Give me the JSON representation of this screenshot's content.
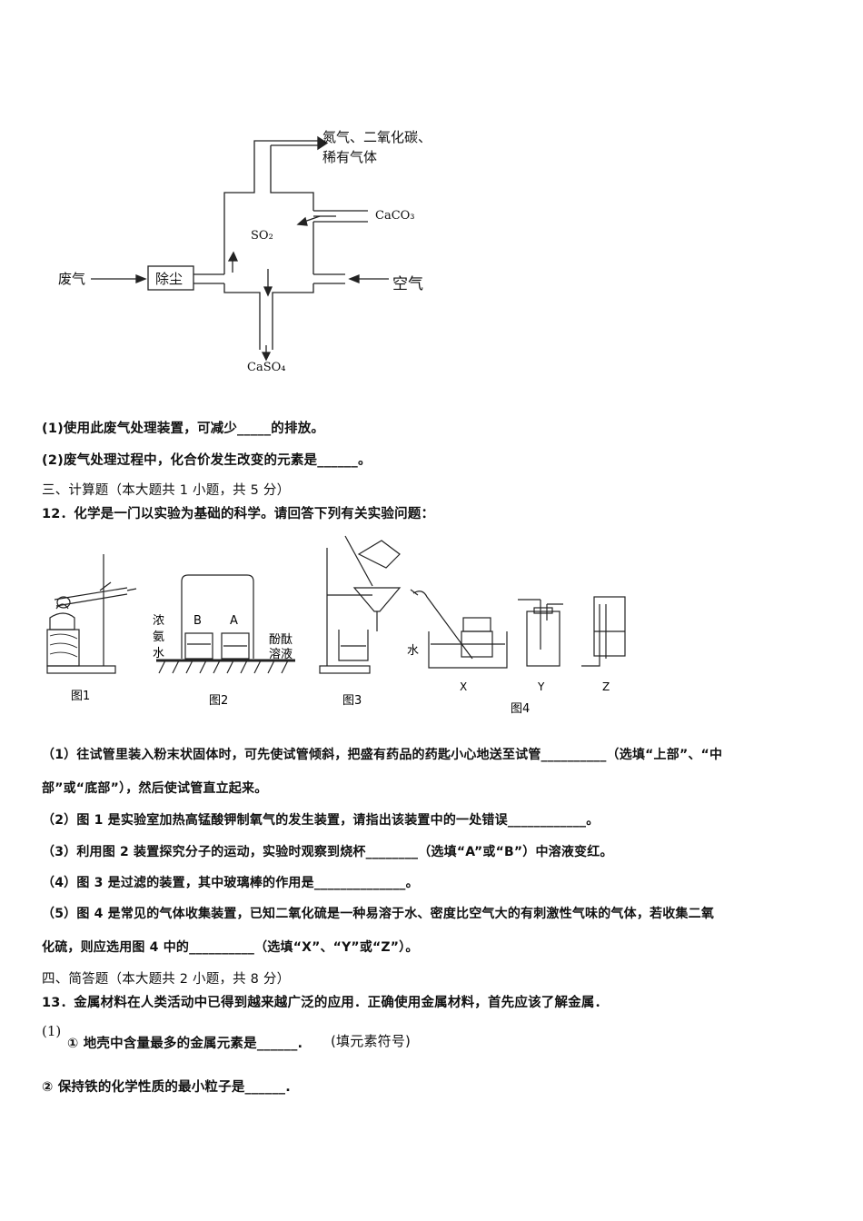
{
  "process_diagram": {
    "input_waste_gas": "废气",
    "dust_removal": "除尘",
    "output_gases_line1": "氮气、二氧化碳、",
    "output_gases_line2": "稀有气体",
    "input_caco3": "CaCO₃",
    "so2": "SO₂",
    "input_air": "空气",
    "output_caso4": "CaSO₄"
  },
  "q11": {
    "part1": "(1)使用此废气处理装置，可减少_____的排放。",
    "part2": "(2)废气处理过程中，化合价发生改变的元素是______。"
  },
  "section3": {
    "heading": "三、计算题（本大题共 1 小题，共 5 分）"
  },
  "q12": {
    "stem": "12．化学是一门以实验为基础的科学。请回答下列有关实验问题：",
    "figures": {
      "fig1": "图1",
      "fig2": "图2",
      "fig3": "图3",
      "fig4": "图4",
      "fig2_left_label": [
        "浓",
        "氨",
        "水"
      ],
      "fig2_right_label": [
        "酚酞",
        "溶液"
      ],
      "fig2_beaker_b": "B",
      "fig2_beaker_a": "A",
      "fig4_water": "水",
      "fig4_x": "X",
      "fig4_y": "Y",
      "fig4_z": "Z"
    },
    "p1_line1": "（1）往试管里装入粉末状固体时，可先使试管倾斜，把盛有药品的药匙小心地送至试管__________（选填“上部”、“中",
    "p1_line2": "部”或“底部”），然后使试管直立起来。",
    "p2": "（2）图 1 是实验室加热高锰酸钾制氧气的发生装置，请指出该装置中的一处错误____________。",
    "p3": "（3）利用图 2 装置探究分子的运动，实验时观察到烧杯________（选填“A”或“B”）中溶液变红。",
    "p4": "（4）图 3 是过滤的装置，其中玻璃棒的作用是______________。",
    "p5_line1": "（5）图 4 是常见的气体收集装置，已知二氧化硫是一种易溶于水、密度比空气大的有刺激性气味的气体，若收集二氧",
    "p5_line2": "化硫，则应选用图 4 中的__________（选填“X”、“Y”或“Z”）。"
  },
  "section4": {
    "heading": "四、简答题（本大题共 2 小题，共 8 分）"
  },
  "q13": {
    "stem": "13．金属材料在人类活动中已得到越来越广泛的应用．正确使用金属材料，首先应该了解金属．",
    "part_marker": "(1)",
    "sub1": "① 地壳中含量最多的金属元素是______.",
    "sub1_hint": "(填元素符号)",
    "sub2": "② 保持铁的化学性质的最小粒子是______."
  }
}
